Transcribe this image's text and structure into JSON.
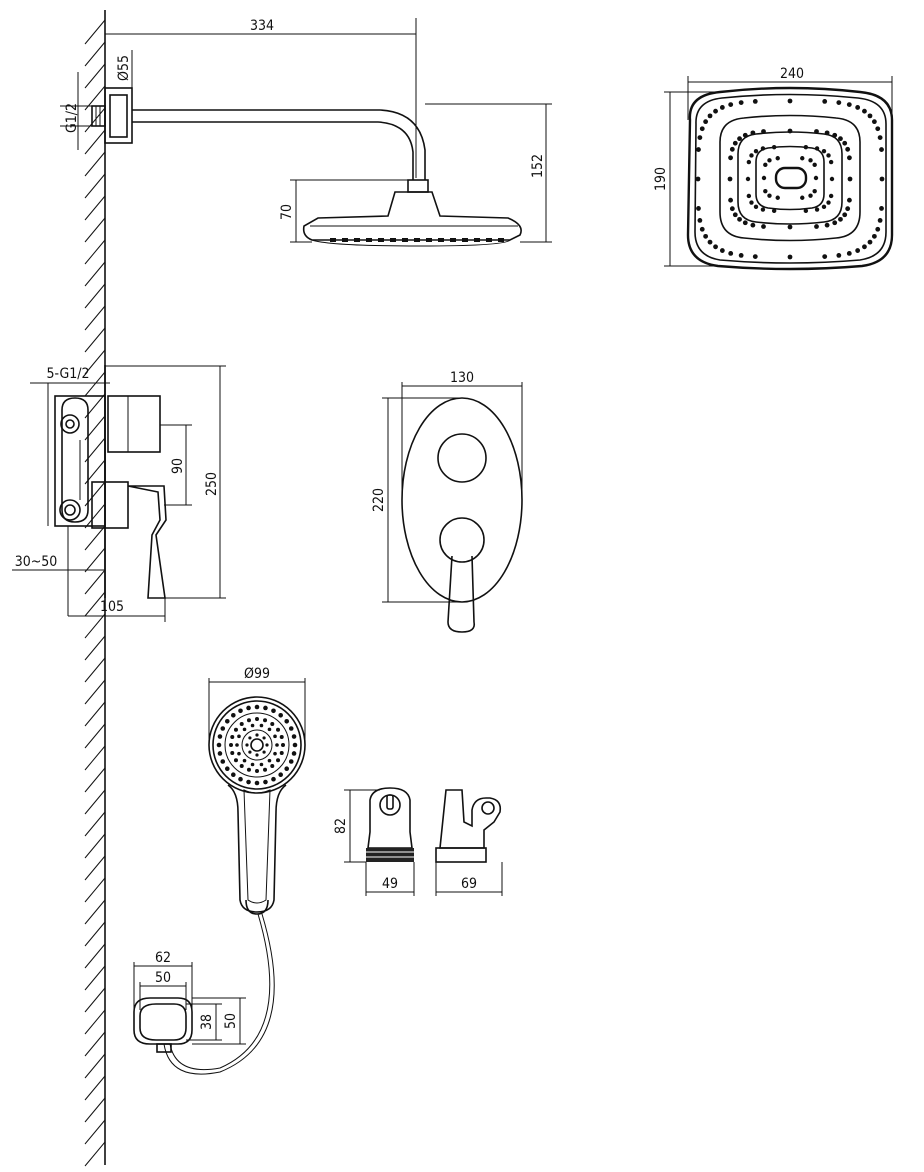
{
  "dimensions": {
    "arm_length": "334",
    "flange_diameter": "Ø55",
    "thread_g12": "G1/2",
    "head_drop": "152",
    "head_height": "70",
    "head_width": "240",
    "head_depth": "190",
    "outlets": "5-G1/2",
    "mixer_spacing": "90",
    "mixer_height": "250",
    "install_depth": "30~50",
    "mixer_projection": "105",
    "plate_width": "130",
    "plate_height": "220",
    "hand_diameter": "Ø99",
    "holder_height": "82",
    "holder_width": "49",
    "holder_depth": "69",
    "elbow_outer": "62",
    "elbow_inner": "50",
    "elbow_h1": "38",
    "elbow_h2": "50"
  }
}
